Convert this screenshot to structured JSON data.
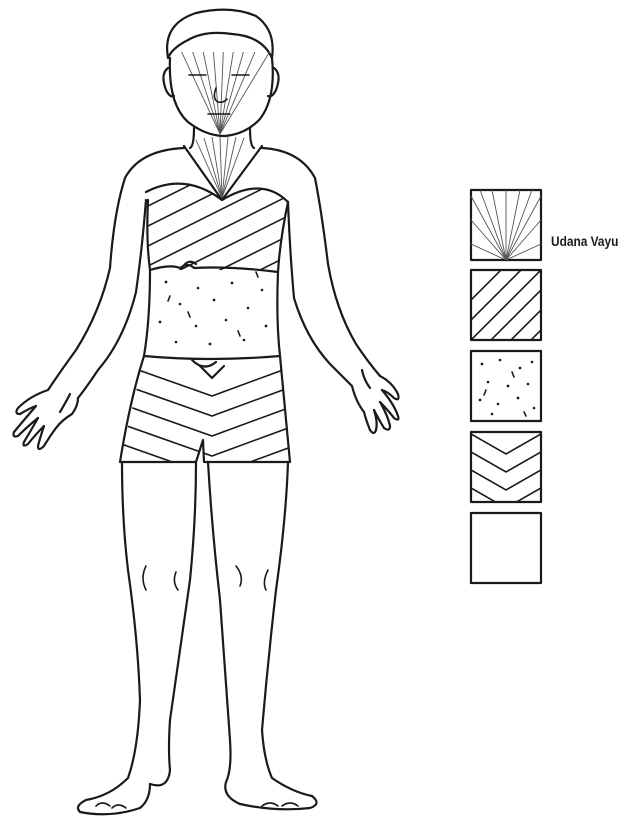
{
  "legend": {
    "items": [
      {
        "pattern": "radiating-lines",
        "label": "Udana Vayu"
      },
      {
        "pattern": "diagonal-stripes",
        "label": ""
      },
      {
        "pattern": "dots",
        "label": ""
      },
      {
        "pattern": "chevrons",
        "label": ""
      },
      {
        "pattern": "plain",
        "label": ""
      }
    ]
  },
  "colors": {
    "ink": "#1a1a1a",
    "paper": "#ffffff"
  }
}
